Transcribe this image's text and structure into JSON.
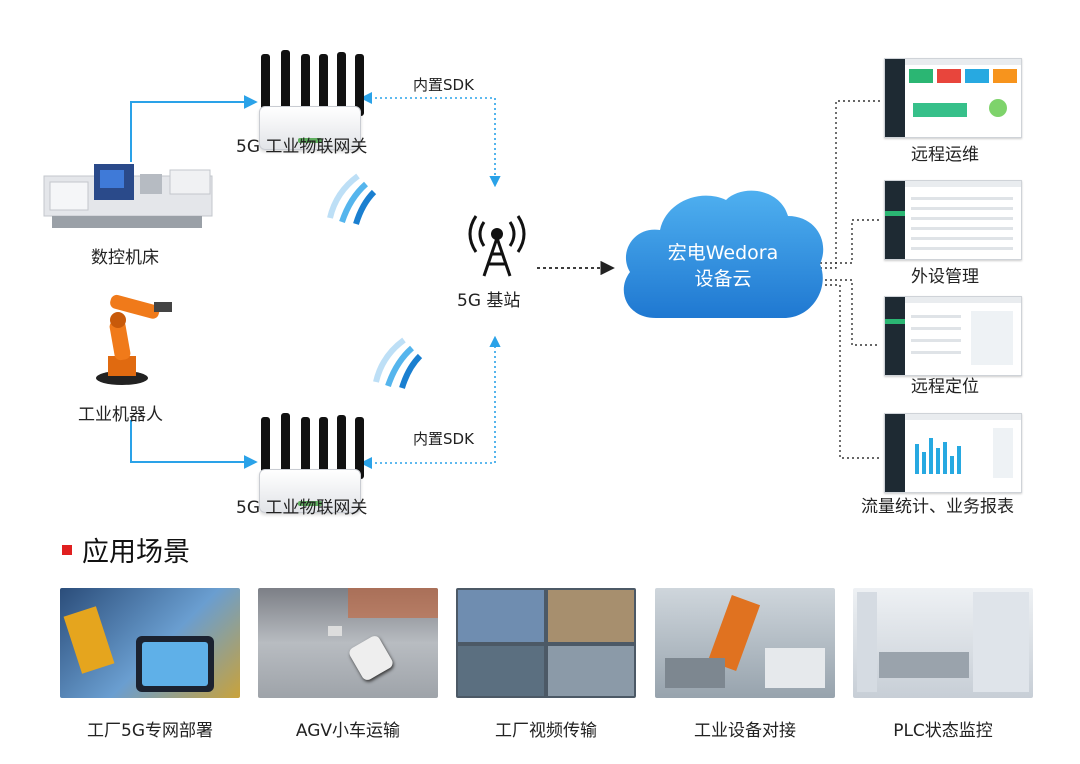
{
  "diagram": {
    "gateway_top_label": "5G 工业物联网关",
    "gateway_bottom_label": "5G 工业物联网关",
    "sdk_top_label": "内置SDK",
    "sdk_bottom_label": "内置SDK",
    "cnc_label": "数控机床",
    "robot_label": "工业机器人",
    "station_label": "5G 基站",
    "cloud_line1": "宏电Wedora",
    "cloud_line2": "设备云",
    "services": [
      "远程运维",
      "外设管理",
      "远程定位",
      "流量统计、业务报表"
    ]
  },
  "section": {
    "title": "应用场景"
  },
  "scenarios": [
    "工厂5G专网部署",
    "AGV小车运输",
    "工厂视频传输",
    "工业设备对接",
    "PLC状态监控"
  ],
  "colors": {
    "link_blue": "#2aa2e8",
    "accent_red": "#e02020",
    "cloud_blue": "#2d8fe0",
    "dotted_dark": "#333333"
  }
}
